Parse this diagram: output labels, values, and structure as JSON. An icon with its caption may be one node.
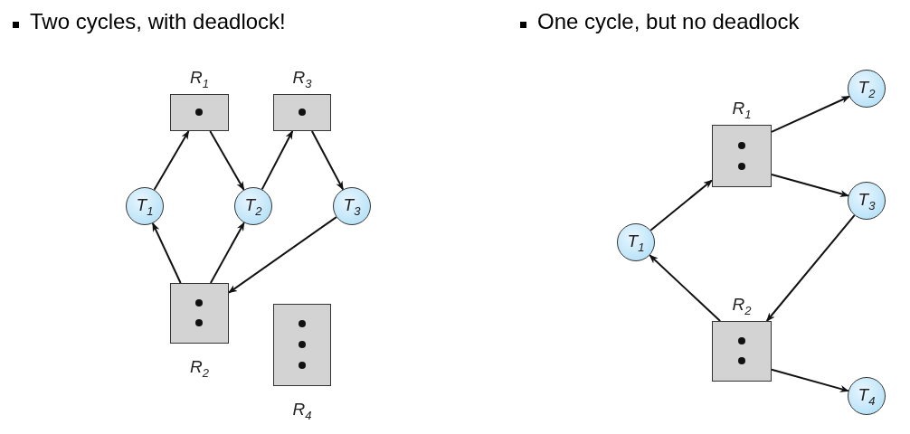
{
  "diagram": {
    "nodes": [
      {
        "text": [
          "R$_{1}$"
        ]
      },
      {
        "text": [
          "R$_{3}$"
        ]
      },
      {
        "text": [
          "T$_{1}$"
        ]
      },
      {
        "text": [
          "T$_{2}$"
        ]
      },
      {
        "text": [
          "T$_{3}$"
        ]
      },
      {
        "text": [
          "R$_{2}$"
        ]
      },
      {
        "text": [
          "R$_{4}$"
        ]
      },
      {
        "text": [
          "T$_{2}$"
        ]
      },
      {
        "text": [
          "R$_{1}$"
        ]
      },
      {
        "text": [
          "T$_{3}$"
        ]
      },
      {
        "text": [
          "T$_{1}$"
        ]
      },
      {
        "text": [
          "R$_{2}$"
        ]
      },
      {
        "text": [
          "T$_{4}$"
        ]
      }
    ],
    "edges": [
      {
        "from": 2,
        "to": 0,
        "arrow": "to"
      },
      {
        "from": 0,
        "to": 3,
        "arrow": "to"
      },
      {
        "from": 3,
        "to": 1,
        "arrow": "to"
      },
      {
        "from": 1,
        "to": 4,
        "arrow": "to"
      },
      {
        "from": 4,
        "to": 5,
        "arrow": "to"
      },
      {
        "from": 5,
        "to": 2,
        "arrow": "to"
      },
      {
        "from": 5,
        "to": 3,
        "arrow": "to"
      },
      {
        "from": 8,
        "to": 7,
        "arrow": "to"
      },
      {
        "from": 8,
        "to": 9,
        "arrow": "to"
      },
      {
        "from": 10,
        "to": 8,
        "arrow": "to"
      },
      {
        "from": 9,
        "to": 11,
        "arrow": "to"
      },
      {
        "from": 11,
        "to": 10,
        "arrow": "to"
      },
      {
        "from": 11,
        "to": 12,
        "arrow": "to"
      }
    ],
    "labels": [
      "Two cycles, with deadlock!",
      "One cycle, but no deadlock"
    ]
  }
}
